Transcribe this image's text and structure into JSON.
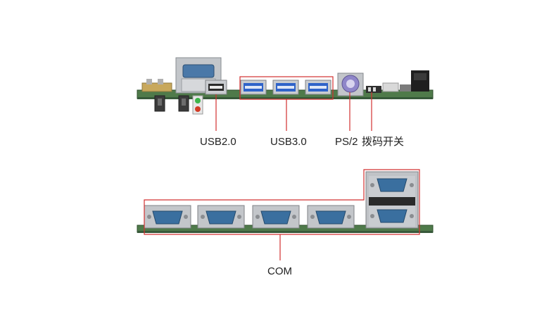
{
  "labels": {
    "usb2": "USB2.0",
    "usb3": "USB3.0",
    "ps2": "PS/2",
    "dip_switch": "拨码开关",
    "com": "COM"
  },
  "colors": {
    "callout_line": "#d23030",
    "pcb_green": "#4f7a4a",
    "pcb_edge": "#2f4f2c",
    "metal": "#b9bcc0",
    "usb3_blue": "#2f63c9",
    "db9_blue": "#3a6f9f",
    "ps2_purple": "#8f86c9",
    "vga_blue": "#4a78a8"
  },
  "icons": {
    "usb2_port": "usb-2-port-icon",
    "usb3_port": "usb-3-port-icon",
    "ps2_port": "ps2-port-icon",
    "com_port": "db9-serial-port-icon",
    "switch": "dip-switch-icon"
  }
}
